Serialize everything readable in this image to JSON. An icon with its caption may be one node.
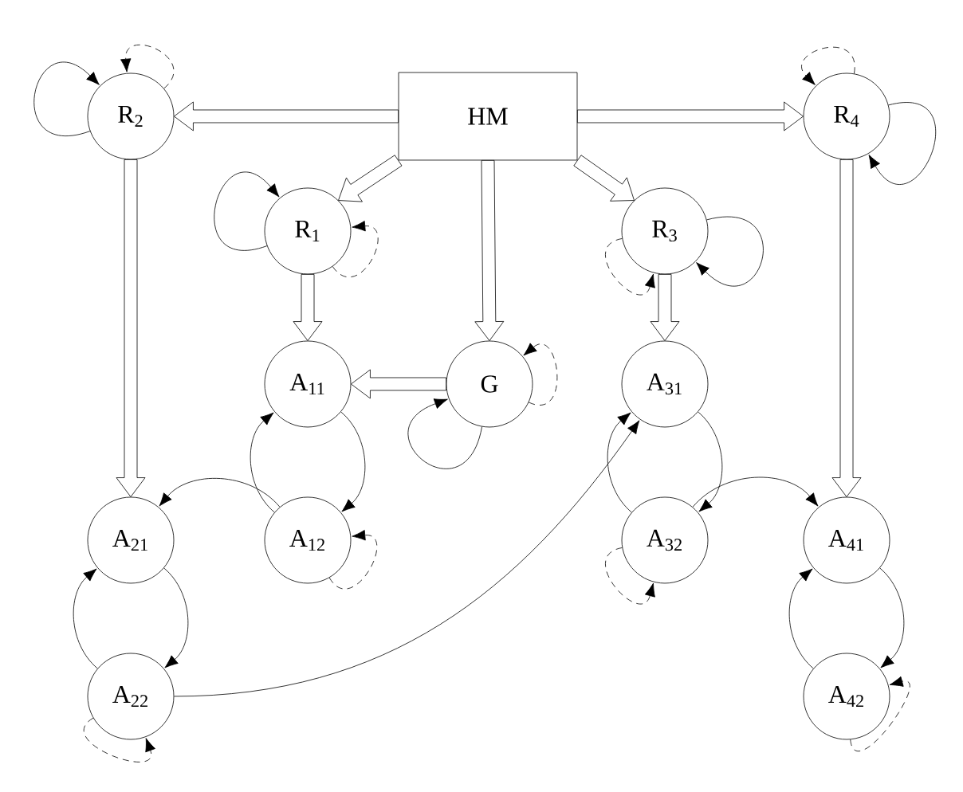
{
  "diagram": {
    "nodes": [
      {
        "text": [
          "R$_{2}$"
        ]
      },
      {
        "text": [
          "HM"
        ]
      },
      {
        "text": [
          "R$_{4}$"
        ]
      },
      {
        "text": [
          "R$_{1}$"
        ]
      },
      {
        "text": [
          "R$_{3}$"
        ]
      },
      {
        "text": [
          "A$_{11}$"
        ]
      },
      {
        "text": [
          "G"
        ]
      },
      {
        "text": [
          "A$_{31}$"
        ]
      },
      {
        "text": [
          "A$_{21}$"
        ]
      },
      {
        "text": [
          "A$_{12}$"
        ]
      },
      {
        "text": [
          "A$_{32}$"
        ]
      },
      {
        "text": [
          "A$_{41}$"
        ]
      },
      {
        "text": [
          "A$_{22}$"
        ]
      },
      {
        "text": [
          "A$_{42}$"
        ]
      }
    ],
    "edges": [
      {
        "from": 1,
        "to": 0,
        "arrow": "to",
        "style": "thick"
      },
      {
        "from": 1,
        "to": 3,
        "arrow": "to",
        "style": "thick"
      },
      {
        "from": 1,
        "to": 6,
        "arrow": "to",
        "style": "thick"
      },
      {
        "from": 1,
        "to": 4,
        "arrow": "to",
        "style": "thick"
      },
      {
        "from": 1,
        "to": 2,
        "arrow": "to",
        "style": "thick"
      },
      {
        "from": 0,
        "to": 8,
        "arrow": "to",
        "style": "thick"
      },
      {
        "from": 3,
        "to": 5,
        "arrow": "to",
        "style": "thick"
      },
      {
        "from": 6,
        "to": 5,
        "arrow": "to",
        "style": "thick"
      },
      {
        "from": 4,
        "to": 7,
        "arrow": "to",
        "style": "thick"
      },
      {
        "from": 2,
        "to": 11,
        "arrow": "to",
        "style": "thick"
      },
      {
        "from": 5,
        "to": 9,
        "arrow": "to"
      },
      {
        "from": 9,
        "to": 5,
        "arrow": "to"
      },
      {
        "from": 9,
        "to": 8,
        "arrow": "to"
      },
      {
        "from": 8,
        "to": 12,
        "arrow": "to"
      },
      {
        "from": 12,
        "to": 8,
        "arrow": "to"
      },
      {
        "from": 12,
        "to": 7,
        "arrow": "to"
      },
      {
        "from": 7,
        "to": 10,
        "arrow": "to"
      },
      {
        "from": 10,
        "to": 7,
        "arrow": "to"
      },
      {
        "from": 10,
        "to": 11,
        "arrow": "to"
      },
      {
        "from": 11,
        "to": 13,
        "arrow": "to"
      },
      {
        "from": 13,
        "to": 11,
        "arrow": "to"
      },
      {
        "from": 0,
        "to": 0,
        "arrow": "to"
      },
      {
        "from": 3,
        "to": 3,
        "arrow": "to"
      },
      {
        "from": 6,
        "to": 6,
        "arrow": "to"
      },
      {
        "from": 4,
        "to": 4,
        "arrow": "to"
      },
      {
        "from": 2,
        "to": 2,
        "arrow": "to"
      },
      {
        "from": 0,
        "to": 0,
        "arrow": "to",
        "style": "dashed"
      },
      {
        "from": 3,
        "to": 3,
        "arrow": "to",
        "style": "dashed"
      },
      {
        "from": 6,
        "to": 6,
        "arrow": "to",
        "style": "dashed"
      },
      {
        "from": 4,
        "to": 4,
        "arrow": "to",
        "style": "dashed"
      },
      {
        "from": 2,
        "to": 2,
        "arrow": "to",
        "style": "dashed"
      },
      {
        "from": 9,
        "to": 9,
        "arrow": "to",
        "style": "dashed"
      },
      {
        "from": 12,
        "to": 12,
        "arrow": "to",
        "style": "dashed"
      },
      {
        "from": 10,
        "to": 10,
        "arrow": "to",
        "style": "dashed"
      },
      {
        "from": 13,
        "to": 13,
        "arrow": "to",
        "style": "dashed"
      }
    ]
  }
}
